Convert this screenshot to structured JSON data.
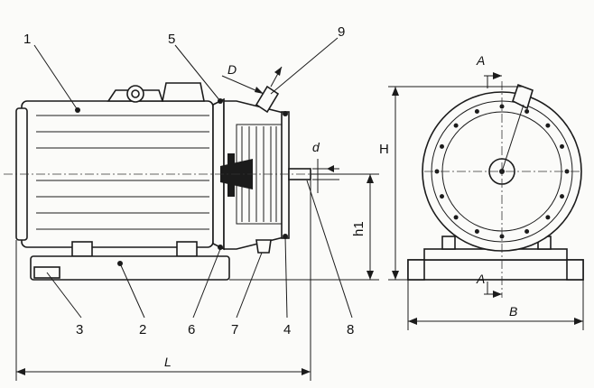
{
  "labels": {
    "part_1": "1",
    "part_2": "2",
    "part_3": "3",
    "part_4": "4",
    "part_5": "5",
    "part_6": "6",
    "part_7": "7",
    "part_8": "8",
    "part_9": "9"
  },
  "dimensions": {
    "L": "L",
    "B": "B",
    "H": "H",
    "h1": "h1",
    "D": "D",
    "d": "d",
    "section_top": "A",
    "section_bottom": "A"
  }
}
